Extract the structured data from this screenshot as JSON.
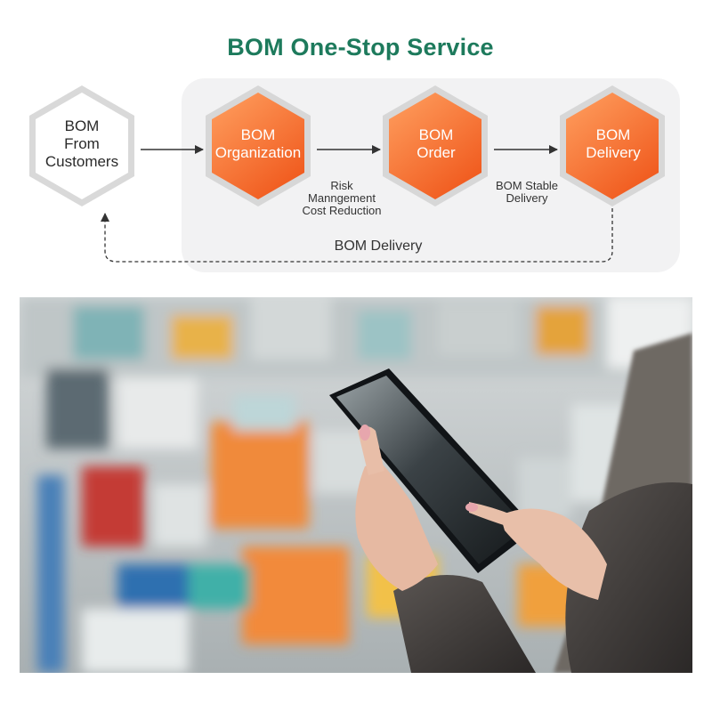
{
  "title": "BOM One-Stop Service",
  "nodes": {
    "customers": [
      "BOM",
      "From",
      "Customers"
    ],
    "organization": [
      "BOM",
      "Organization"
    ],
    "order": [
      "BOM",
      "Order"
    ],
    "delivery": [
      "BOM",
      "Delivery"
    ]
  },
  "annotations": {
    "org_to_order": [
      "Risk",
      "Manngement",
      "Cost Reduction"
    ],
    "order_to_delivery": [
      "BOM Stable",
      "Delivery"
    ],
    "return_loop": "BOM Delivery"
  },
  "colors": {
    "title": "#1d7a5c",
    "hex_orange_light": "#ffa060",
    "hex_orange_dark": "#f05a1e",
    "hex_border": "#d7d7d7",
    "panel": "#f2f2f3"
  },
  "photo": {
    "icon": "factory-tablet-photo"
  }
}
